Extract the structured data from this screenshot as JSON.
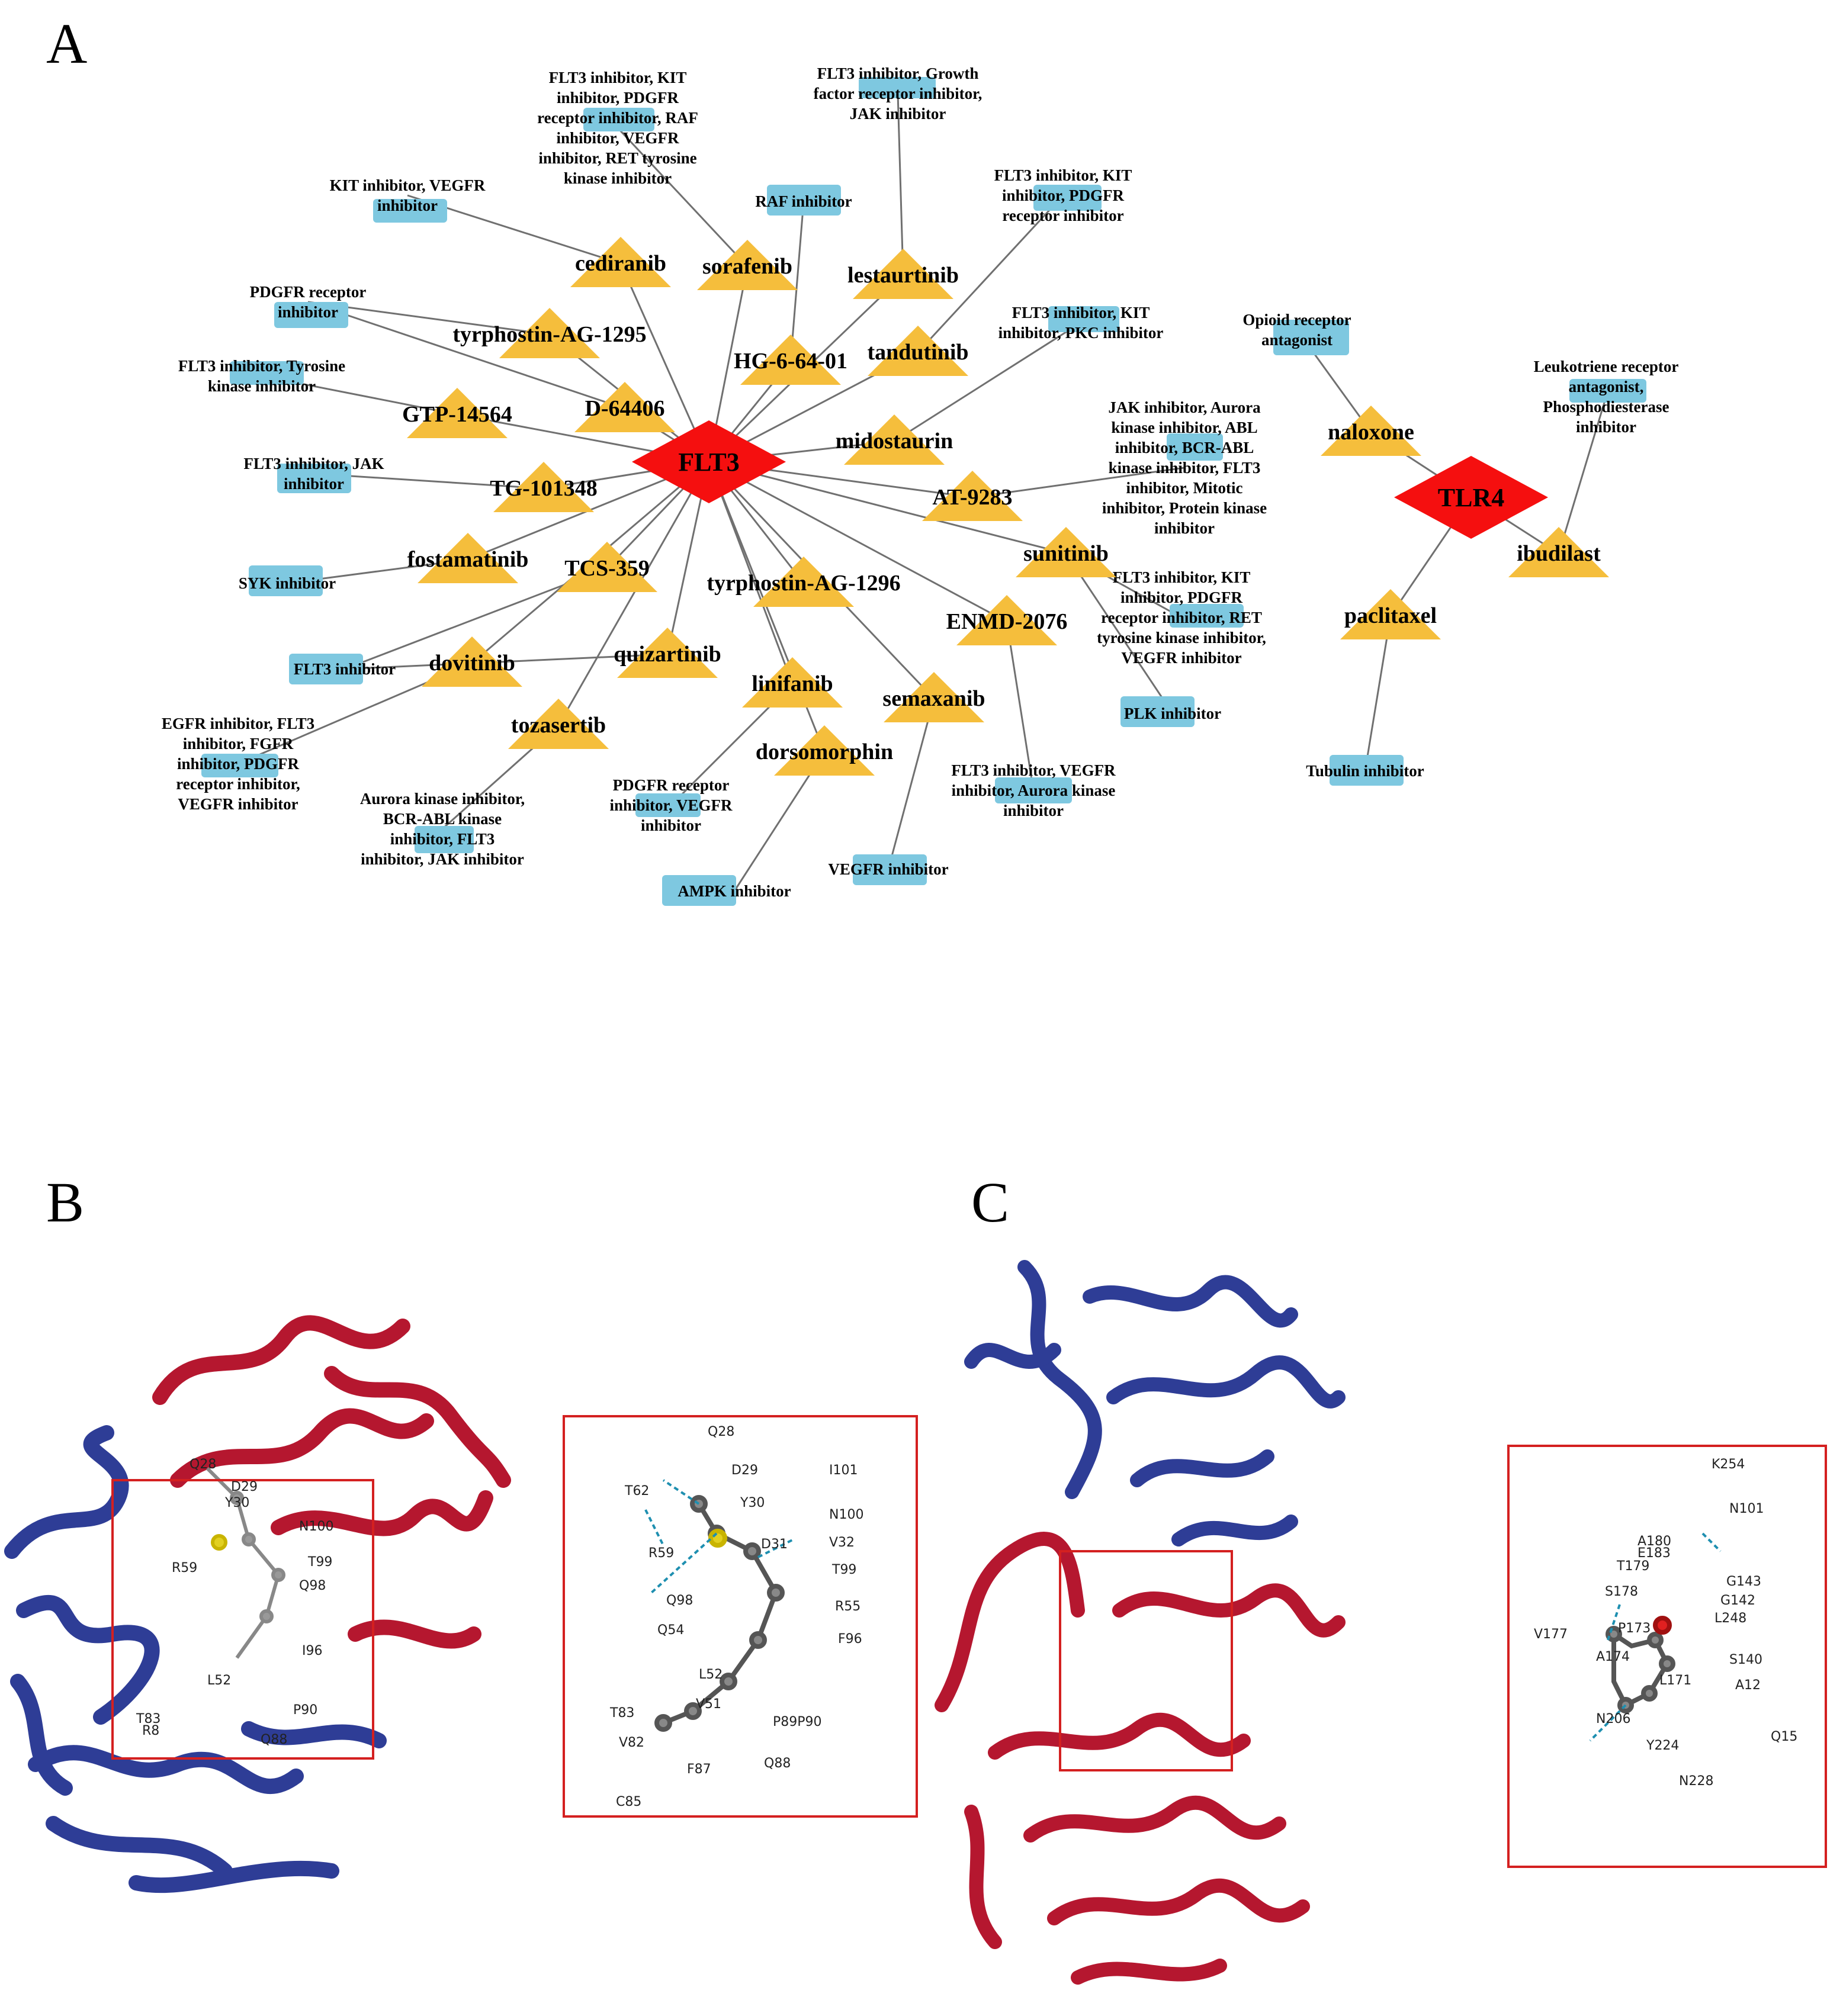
{
  "panels": {
    "a": "A",
    "b": "B",
    "c": "C"
  },
  "colors": {
    "target": "#f50f0f",
    "drug": "#f5be3c",
    "moa": "#7ec8e0",
    "edge": "#707070",
    "protein_chain_1": "#2e3d96",
    "protein_chain_2": "#b5172f",
    "inset_border": "#d42020"
  },
  "network": {
    "targets": [
      {
        "id": "FLT3",
        "label": "FLT3"
      },
      {
        "id": "TLR4",
        "label": "TLR4"
      }
    ],
    "drugs": [
      {
        "id": "cediranib",
        "label": "cediranib"
      },
      {
        "id": "sorafenib",
        "label": "sorafenib"
      },
      {
        "id": "lestaurtinib",
        "label": "lestaurtinib"
      },
      {
        "id": "tyrphostin-AG-1295",
        "label": "tyrphostin-AG-1295"
      },
      {
        "id": "HG-6-64-01",
        "label": "HG-6-64-01"
      },
      {
        "id": "tandutinib",
        "label": "tandutinib"
      },
      {
        "id": "GTP-14564",
        "label": "GTP-14564"
      },
      {
        "id": "D-64406",
        "label": "D-64406"
      },
      {
        "id": "midostaurin",
        "label": "midostaurin"
      },
      {
        "id": "TG-101348",
        "label": "TG-101348"
      },
      {
        "id": "AT-9283",
        "label": "AT-9283"
      },
      {
        "id": "fostamatinib",
        "label": "fostamatinib"
      },
      {
        "id": "TCS-359",
        "label": "TCS-359"
      },
      {
        "id": "sunitinib",
        "label": "sunitinib"
      },
      {
        "id": "tyrphostin-AG-1296",
        "label": "tyrphostin-AG-1296"
      },
      {
        "id": "ENMD-2076",
        "label": "ENMD-2076"
      },
      {
        "id": "dovitinib",
        "label": "dovitinib"
      },
      {
        "id": "quizartinib",
        "label": "quizartinib"
      },
      {
        "id": "linifanib",
        "label": "linifanib"
      },
      {
        "id": "semaxanib",
        "label": "semaxanib"
      },
      {
        "id": "tozasertib",
        "label": "tozasertib"
      },
      {
        "id": "dorsomorphin",
        "label": "dorsomorphin"
      },
      {
        "id": "naloxone",
        "label": "naloxone"
      },
      {
        "id": "ibudilast",
        "label": "ibudilast"
      },
      {
        "id": "paclitaxel",
        "label": "paclitaxel"
      }
    ],
    "moas": [
      {
        "id": "m_kit_vegfr",
        "lines": [
          "KIT inhibitor, VEGFR",
          "inhibitor"
        ]
      },
      {
        "id": "m_sorafenib",
        "lines": [
          "FLT3 inhibitor, KIT",
          "inhibitor, PDGFR",
          "receptor inhibitor, RAF",
          "inhibitor, VEGFR",
          "inhibitor, RET tyrosine",
          "kinase inhibitor"
        ]
      },
      {
        "id": "m_raf",
        "lines": [
          "RAF inhibitor"
        ]
      },
      {
        "id": "m_lestaurtinib",
        "lines": [
          "FLT3 inhibitor, Growth",
          "factor receptor inhibitor,",
          "JAK inhibitor"
        ]
      },
      {
        "id": "m_tandutinib",
        "lines": [
          "FLT3 inhibitor, KIT",
          "inhibitor, PDGFR",
          "receptor inhibitor"
        ]
      },
      {
        "id": "m_pdgfr",
        "lines": [
          "PDGFR receptor",
          "inhibitor"
        ]
      },
      {
        "id": "m_midostaurin",
        "lines": [
          "FLT3 inhibitor, KIT",
          "inhibitor, PKC inhibitor"
        ]
      },
      {
        "id": "m_flt3_tyr",
        "lines": [
          "FLT3 inhibitor, Tyrosine",
          "kinase inhibitor"
        ]
      },
      {
        "id": "m_flt3_jak",
        "lines": [
          "FLT3 inhibitor, JAK",
          "inhibitor"
        ]
      },
      {
        "id": "m_at9283",
        "lines": [
          "JAK inhibitor, Aurora",
          "kinase inhibitor, ABL",
          "inhibitor, BCR-ABL",
          "kinase inhibitor, FLT3",
          "inhibitor, Mitotic",
          "inhibitor, Protein kinase",
          "inhibitor"
        ]
      },
      {
        "id": "m_syk",
        "lines": [
          "SYK inhibitor"
        ]
      },
      {
        "id": "m_sunitinib",
        "lines": [
          "FLT3 inhibitor, KIT",
          "inhibitor, PDGFR",
          "receptor inhibitor, RET",
          "tyrosine kinase inhibitor,",
          "VEGFR inhibitor"
        ]
      },
      {
        "id": "m_flt3",
        "lines": [
          "FLT3 inhibitor"
        ]
      },
      {
        "id": "m_plk",
        "lines": [
          "PLK inhibitor"
        ]
      },
      {
        "id": "m_dovitinib",
        "lines": [
          "EGFR inhibitor, FLT3",
          "inhibitor, FGFR",
          "inhibitor, PDGFR",
          "receptor inhibitor,",
          "VEGFR inhibitor"
        ]
      },
      {
        "id": "m_tozasertib",
        "lines": [
          "Aurora kinase inhibitor,",
          "BCR-ABL kinase",
          "inhibitor, FLT3",
          "inhibitor, JAK inhibitor"
        ]
      },
      {
        "id": "m_linifanib",
        "lines": [
          "PDGFR receptor",
          "inhibitor, VEGFR",
          "inhibitor"
        ]
      },
      {
        "id": "m_enmd",
        "lines": [
          "FLT3 inhibitor, VEGFR",
          "inhibitor, Aurora kinase",
          "inhibitor"
        ]
      },
      {
        "id": "m_ampk",
        "lines": [
          "AMPK inhibitor"
        ]
      },
      {
        "id": "m_vegfr",
        "lines": [
          "VEGFR inhibitor"
        ]
      },
      {
        "id": "m_opioid",
        "lines": [
          "Opioid receptor",
          "antagonist"
        ]
      },
      {
        "id": "m_leuko",
        "lines": [
          "Leukotriene receptor",
          "antagonist,",
          "Phosphodiesterase",
          "inhibitor"
        ]
      },
      {
        "id": "m_tubulin",
        "lines": [
          "Tubulin inhibitor"
        ]
      }
    ]
  },
  "docking_b": {
    "residues_overview": [
      "Q28",
      "D29",
      "Y30",
      "N100",
      "T99",
      "Q98",
      "R59",
      "L52",
      "P90",
      "T83",
      "R8",
      "Q88",
      "I96"
    ],
    "residues_inset": [
      "Q28",
      "D29",
      "I101",
      "T62",
      "Y30",
      "N100",
      "R59",
      "D31",
      "V32",
      "T99",
      "Q98",
      "R55",
      "Q54",
      "F96",
      "L52",
      "T83",
      "V51",
      "P89P90",
      "V82",
      "F87",
      "Q88",
      "C85"
    ]
  },
  "docking_c": {
    "residues_inset": [
      "K254",
      "N101",
      "A180",
      "E183",
      "T179",
      "G143",
      "S178",
      "G142",
      "L248",
      "V177",
      "P173",
      "A174",
      "S140",
      "A12",
      "L171",
      "N206",
      "Y224",
      "Q15",
      "N228"
    ]
  }
}
